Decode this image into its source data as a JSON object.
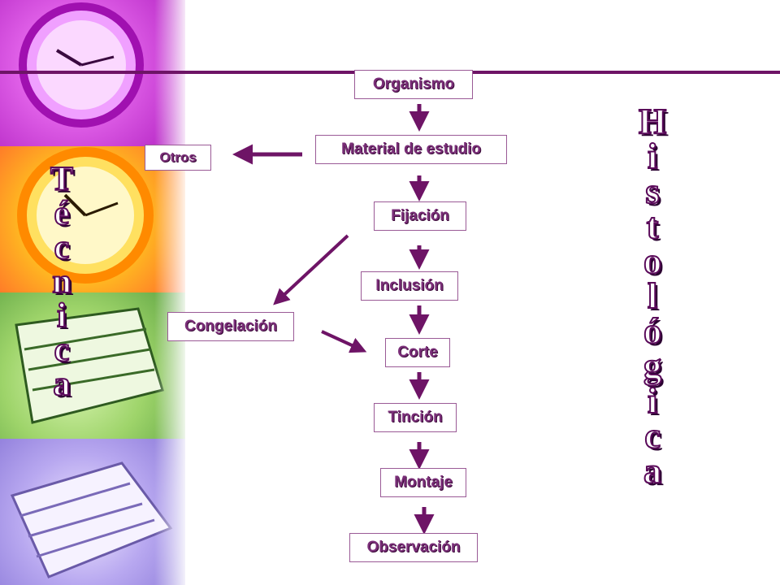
{
  "colors": {
    "accent": "#6e1466",
    "box_text": "#7a2e78",
    "arrow": "#6e1466"
  },
  "decoration": {
    "sidebar": [
      "clock-photo-pink",
      "clock-photo-yellow",
      "books-photo-green",
      "books-photo-lilac"
    ]
  },
  "titles": {
    "right": [
      "H",
      "i",
      "s",
      "t",
      "o",
      "l",
      "ó",
      "g",
      "i",
      "c",
      "a"
    ],
    "left": [
      "T",
      "é",
      "c",
      "n",
      "i",
      "c",
      "a"
    ]
  },
  "flow": {
    "organismo": "Organismo",
    "material": "Material de estudio",
    "otros": "Otros",
    "fijacion": "Fijación",
    "congelacion": "Congelación",
    "inclusion": "Inclusión",
    "corte": "Corte",
    "tincion": "Tinción",
    "montaje": "Montaje",
    "observacion": "Observación"
  }
}
